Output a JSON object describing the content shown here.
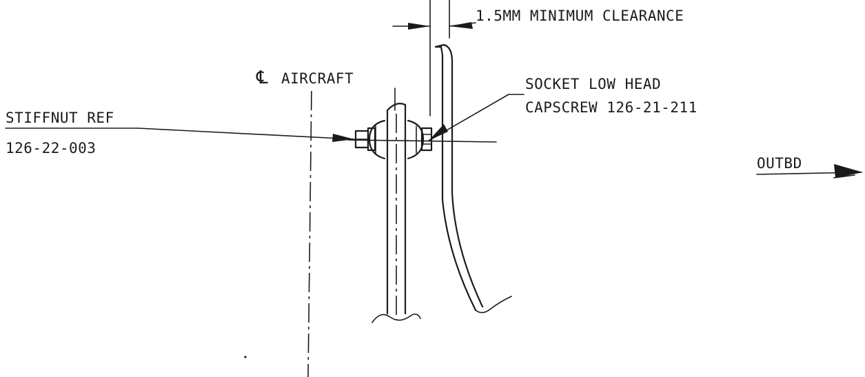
{
  "labels": {
    "clearance": "1.5MM MINIMUM CLEARANCE",
    "centerline_symbol": "℄",
    "centerline": "AIRCRAFT",
    "stiffnut_line1": "STIFFNUT REF",
    "stiffnut_line2": "126-22-003",
    "capscrew_line1": "SOCKET LOW HEAD",
    "capscrew_line2": "CAPSCREW 126-21-211",
    "outboard": "OUTBD"
  },
  "colors": {
    "ink": "#1a1a1a",
    "paper": "#ffffff"
  }
}
